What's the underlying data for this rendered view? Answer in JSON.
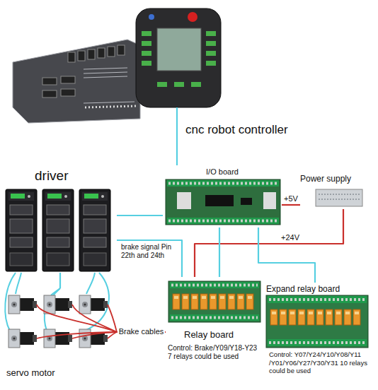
{
  "diagram": {
    "nodes": [
      {
        "text": [
          "cnc robot controller"
        ]
      },
      {
        "text": [
          "I/O board"
        ]
      },
      {
        "text": [
          "Power supply"
        ]
      },
      {
        "text": [
          "driver"
        ]
      },
      {
        "text": [
          "Relay board",
          "Control: Brake/Y09/Y18-Y23 7 relays could be used"
        ]
      },
      {
        "text": [
          "Expand relay board",
          "Control: Y07/Y24/Y10/Y08/Y11 /Y01/Y06/Y27/Y30/Y31 10 relays could be used"
        ]
      },
      {
        "text": [
          "servo motor"
        ]
      }
    ],
    "edges": [
      {
        "from": 0,
        "to": 1,
        "arrow": "none"
      },
      {
        "from": 2,
        "to": 1,
        "label": "+5V",
        "arrow": "none"
      },
      {
        "from": 2,
        "to": 4,
        "label": "+24V",
        "arrow": "none"
      },
      {
        "from": 1,
        "to": 3,
        "arrow": "none"
      },
      {
        "from": 1,
        "to": 4,
        "arrow": "none"
      },
      {
        "from": 1,
        "to": 5,
        "arrow": "none"
      },
      {
        "from": 3,
        "to": 4,
        "label": "brake signal Pin 22th and 24th",
        "arrow": "none"
      },
      {
        "from": 4,
        "to": 6,
        "label": "Brake cables",
        "arrow": "none"
      },
      {
        "from": 3,
        "to": 6,
        "arrow": "none"
      }
    ]
  }
}
